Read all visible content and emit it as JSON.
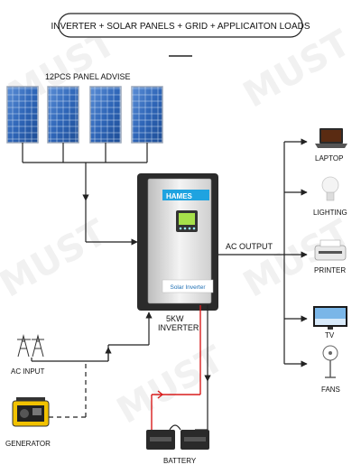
{
  "title": "INVERTER + SOLAR PANELS + GRID + APPLICAITON LOADS",
  "panels": {
    "label": "12PCS PANEL ADVISE",
    "count": 4
  },
  "inverter": {
    "brand": "HAMES",
    "side_label": "Solar Inverter",
    "caption_line1": "5KW",
    "caption_line2": "INVERTER"
  },
  "output_label": "AC OUTPUT",
  "loads": [
    {
      "label": "LAPTOP",
      "icon": "laptop-icon"
    },
    {
      "label": "LIGHTING",
      "icon": "light-bulb-icon"
    },
    {
      "label": "PRINTER",
      "icon": "printer-icon"
    },
    {
      "label": "TV",
      "icon": "tv-icon"
    },
    {
      "label": "FANS",
      "icon": "fan-icon"
    }
  ],
  "ac_input_label": "AC INPUT",
  "generator_label": "GENERATOR",
  "battery_label": "BATTERY",
  "watermark": "MUST",
  "colors": {
    "line": "#222222",
    "battery_link": "#d81b1b",
    "panel_blue": "#2f66b8",
    "inverter_dark": "#2b2b2b",
    "generator_yellow": "#f2c200"
  }
}
